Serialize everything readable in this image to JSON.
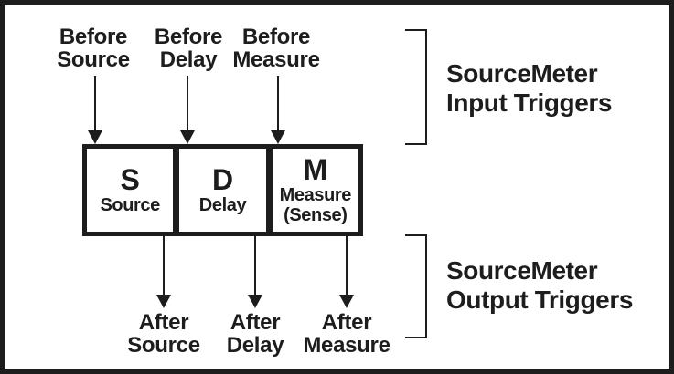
{
  "colors": {
    "ink": "#1d1d1d",
    "paper": "#ffffff"
  },
  "input_triggers": {
    "labels": [
      {
        "line1": "Before",
        "line2": "Source"
      },
      {
        "line1": "Before",
        "line2": "Delay"
      },
      {
        "line1": "Before",
        "line2": "Measure"
      }
    ],
    "caption_line1": "SourceMeter",
    "caption_line2": "Input Triggers"
  },
  "stages": [
    {
      "letter": "S",
      "name": "Source"
    },
    {
      "letter": "D",
      "name": "Delay"
    },
    {
      "letter": "M",
      "name": "Measure",
      "name2": "(Sense)"
    }
  ],
  "output_triggers": {
    "labels": [
      {
        "line1": "After",
        "line2": "Source"
      },
      {
        "line1": "After",
        "line2": "Delay"
      },
      {
        "line1": "After",
        "line2": "Measure"
      }
    ],
    "caption_line1": "SourceMeter",
    "caption_line2": "Output Triggers"
  }
}
